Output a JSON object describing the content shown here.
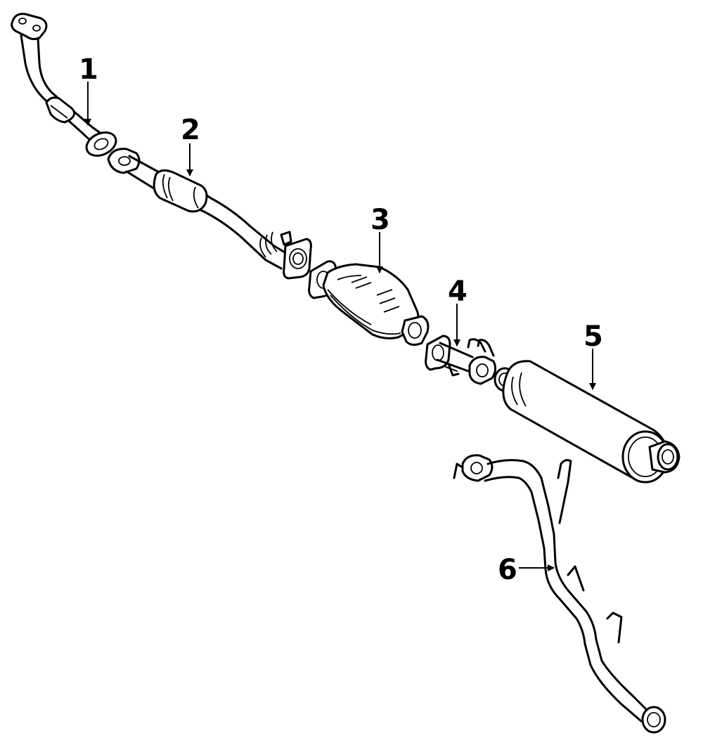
{
  "diagram": {
    "parts": [
      {
        "number": "1",
        "icon": "exhaust-front-pipe-icon"
      },
      {
        "number": "2",
        "icon": "exhaust-intermediate-pipe-icon"
      },
      {
        "number": "3",
        "icon": "catalytic-converter-icon"
      },
      {
        "number": "4",
        "icon": "connector-pipe-icon"
      },
      {
        "number": "5",
        "icon": "muffler-icon"
      },
      {
        "number": "6",
        "icon": "tailpipe-icon"
      }
    ]
  }
}
